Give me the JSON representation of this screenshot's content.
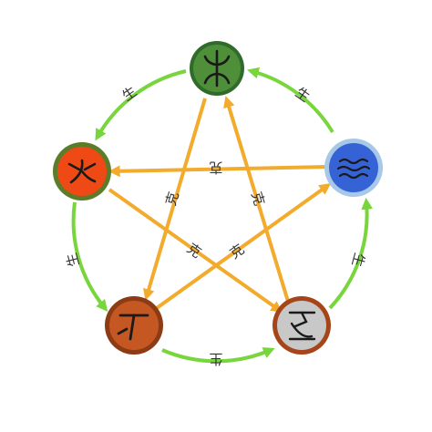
{
  "colors": {
    "generate": "#78d63c",
    "overcome": "#f2ab2c",
    "label": "#333333"
  },
  "nodes": [
    {
      "id": "wood",
      "glyph": "木",
      "fill": "#4f8f3a",
      "ring": "#2f6b2a",
      "icon": "wood-seal-icon"
    },
    {
      "id": "fire",
      "glyph": "火",
      "fill": "#ef4a16",
      "ring": "#5b7d2a",
      "icon": "fire-seal-icon"
    },
    {
      "id": "earth",
      "glyph": "土",
      "fill": "#c55822",
      "ring": "#8c3b14",
      "icon": "earth-seal-icon"
    },
    {
      "id": "metal",
      "glyph": "金",
      "fill": "#c8c8c8",
      "ring": "#a6451a",
      "icon": "metal-seal-icon"
    },
    {
      "id": "water",
      "glyph": "水",
      "fill": "#3563d6",
      "ring": "#a8c8e8",
      "icon": "water-seal-icon"
    }
  ],
  "cycle_label": "生",
  "star_label": "克"
}
